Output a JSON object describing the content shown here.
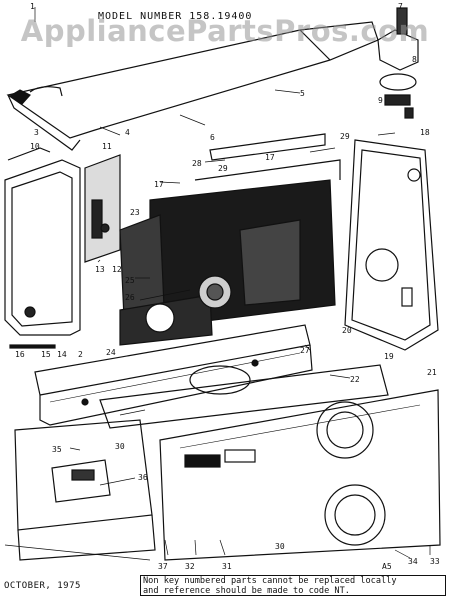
{
  "watermark": "AppliancePartsPros.com",
  "model_number": "MODEL NUMBER 158.19400",
  "date": "OCTOBER, 1975",
  "note": {
    "line1": "Non key numbered parts cannot be replaced locally",
    "line2": "and reference should be made to code NT."
  },
  "callouts": [
    "1",
    "2",
    "3",
    "4",
    "5",
    "6",
    "7",
    "8",
    "9",
    "10",
    "11",
    "12",
    "13",
    "14",
    "15",
    "16",
    "17",
    "18",
    "19",
    "20",
    "21",
    "22",
    "23",
    "24",
    "25",
    "26",
    "27",
    "28",
    "29",
    "30",
    "31",
    "32",
    "33",
    "34",
    "35",
    "36",
    "37",
    "A5"
  ]
}
